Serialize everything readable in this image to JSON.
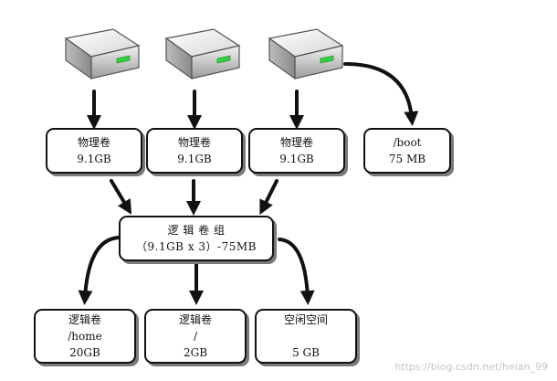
{
  "disks": [
    {
      "icon": "hard-drive-icon"
    },
    {
      "icon": "hard-drive-icon"
    },
    {
      "icon": "hard-drive-icon"
    }
  ],
  "physical_volumes": [
    {
      "label": "物理卷",
      "size": "9.1GB"
    },
    {
      "label": "物理卷",
      "size": "9.1GB"
    },
    {
      "label": "物理卷",
      "size": "9.1GB"
    }
  ],
  "boot": {
    "label": "/boot",
    "size": "75 MB"
  },
  "volume_group": {
    "label": "逻 辑 卷 组",
    "size": "（9.1GB x 3）-75MB"
  },
  "outputs": [
    {
      "label": "逻辑卷",
      "mount": "/home",
      "size": "20GB"
    },
    {
      "label": "逻辑卷",
      "mount": "/",
      "size": "2GB"
    },
    {
      "label": "空闲空间",
      "mount": "",
      "size": "5 GB"
    }
  ],
  "watermark": "https://blog.csdn.net/heian_99",
  "colors": {
    "line": "#111111",
    "shadow": "#7a7a7a",
    "led": "#2fd63b"
  }
}
